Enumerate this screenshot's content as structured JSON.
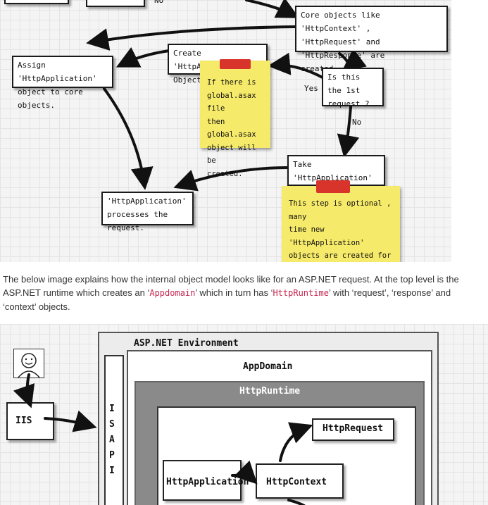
{
  "figure1": {
    "top_box_label": "No",
    "core_objects": "Core objects like 'HttpContext' ,\n'HttpRequest' and 'HttpResponse' are\ncreated",
    "assign": "Assign 'HttpApplication'\nobject to core objects.",
    "create_obj": "Create 'HttpApplication'\nObject.",
    "note_globalasax": "If there is\nglobal.asax file\nthen global.asax\nobject will be\ncreated.",
    "is_first": "Is this the 1st\nrequest ?",
    "yes": "Yes",
    "no": "No",
    "take_pool": "Take 'HttpApplication'\nObject from pool.",
    "processes": "'HttpApplication'\nprocesses the request.",
    "note_optional": "This step is optional , many\ntime new 'HttpApplication'\nobjects are created for every\nrequest and many times its\ntaken from the pool."
  },
  "paragraph": {
    "part1": "The below image explains how the internal object model looks like for an ASP.NET request. At the top level is the ASP.NET runtime which creates an ",
    "appdomain_quote_open": "‘",
    "appdomain": "Appdomain",
    "appdomain_quote_close": "’",
    "part2": " which in turn has ",
    "httpruntime_quote_open": "‘",
    "httpruntime": "HttpRuntime",
    "httpruntime_quote_close": "’",
    "part3": " with ‘request’, ‘response’ and ‘context’ objects."
  },
  "figure2": {
    "aspnet_env": "ASP.NET Environment",
    "appdomain": "AppDomain",
    "httpruntime": "HttpRuntime",
    "iis": "IIS",
    "isapi": [
      "I",
      "S",
      "A",
      "P",
      "I"
    ],
    "httprequest": "HttpRequest",
    "httpapplication": "HttpApplication",
    "httpcontext": "HttpContext"
  },
  "colors": {
    "sticky_note": "#f6ea6a",
    "tape": "#d9342b",
    "highlight_code": "#c7254e",
    "runtime_band": "#8a8a8a"
  }
}
